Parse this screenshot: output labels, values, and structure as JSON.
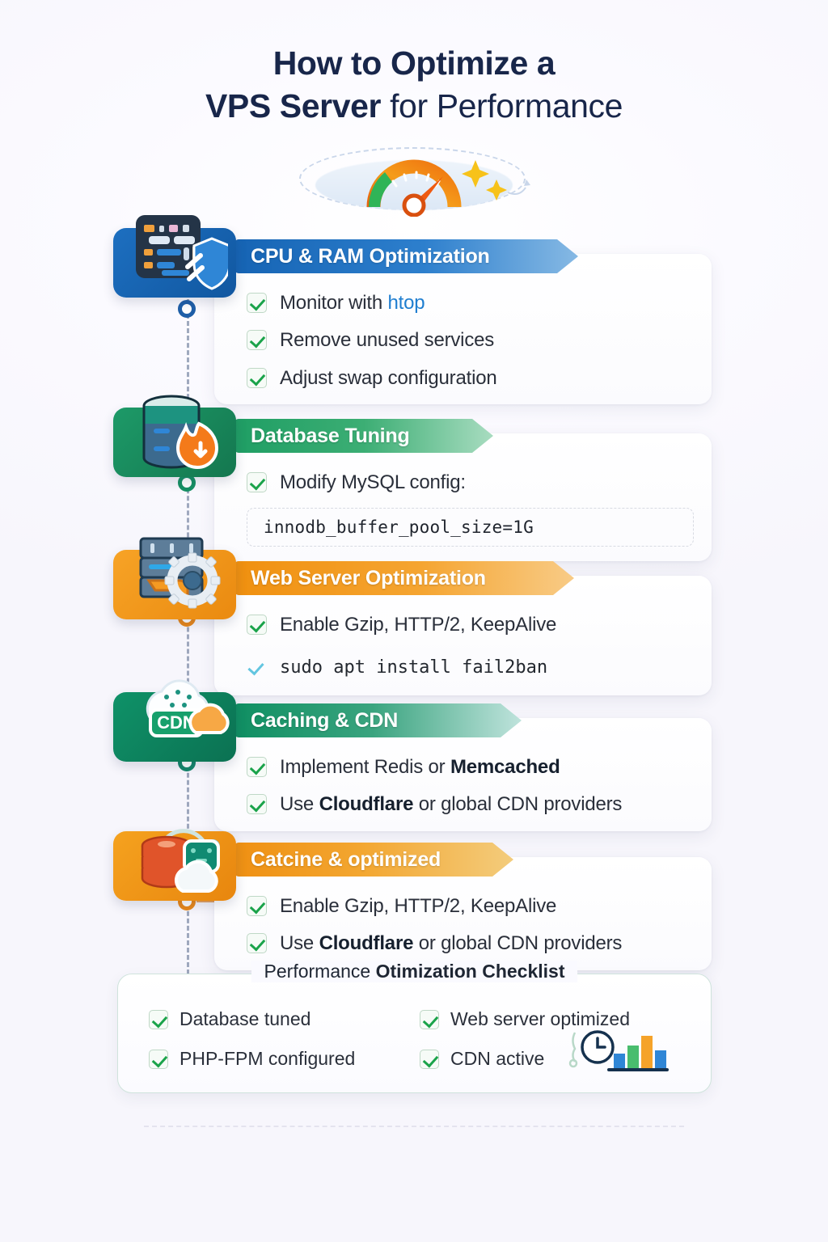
{
  "title": {
    "line1": "How to Optimize a",
    "line2_lead": "VPS Server",
    "line2_rest": " for Performance"
  },
  "hero_icon": "speedometer-gauge-icon",
  "sections": [
    {
      "id": "cpu-ram",
      "header": "CPU & RAM Optimization",
      "color": "#1664b4",
      "icon": "server-dashboard-shield-icon",
      "items": [
        {
          "type": "check",
          "prefix": "Monitor with ",
          "accent": "htop",
          "suffix": ""
        },
        {
          "type": "check",
          "prefix": "Remove unused services",
          "accent": "",
          "suffix": ""
        },
        {
          "type": "check",
          "prefix": "Adjust swap configuration",
          "accent": "",
          "suffix": ""
        }
      ]
    },
    {
      "id": "database-tuning",
      "header": "Database Tuning",
      "color": "#1f9e64",
      "icon": "database-flame-icon",
      "items": [
        {
          "type": "check",
          "prefix": "Modify MySQL config:",
          "accent": "",
          "suffix": ""
        }
      ],
      "code": "innodb_buffer_pool_size=1G"
    },
    {
      "id": "web-server",
      "header": "Web Server Optimization",
      "color": "#f0900f",
      "icon": "server-rack-gear-icon",
      "items": [
        {
          "type": "check",
          "prefix": "Enable Gzip, HTTP/2, KeepAlive",
          "accent": "",
          "suffix": ""
        },
        {
          "type": "command",
          "command": "sudo apt install fail2ban"
        }
      ]
    },
    {
      "id": "caching-cdn",
      "header": "Caching & CDN",
      "color": "#0f8f62",
      "icon": "cdn-cloud-icon",
      "items": [
        {
          "type": "check",
          "prefix": "Implement Redis or ",
          "bold": "Memcached",
          "suffix": ""
        },
        {
          "type": "check",
          "prefix": "Use ",
          "bold": "Cloudflare",
          "suffix": " or global CDN providers"
        }
      ]
    },
    {
      "id": "catcine-optimized",
      "header": "Catcine & optimized",
      "color": "#ef9012",
      "icon": "redis-stack-cloud-icon",
      "items": [
        {
          "type": "check",
          "prefix": "Enable Gzip, HTTP/2, KeepAlive",
          "accent": "",
          "suffix": ""
        },
        {
          "type": "check",
          "prefix": "Use ",
          "bold": "Cloudflare",
          "suffix": " or global CDN providers"
        }
      ]
    }
  ],
  "checklist": {
    "title_a": "Performance ",
    "title_b": "Otimization ",
    "title_c": "Checklist",
    "items": [
      "Database tuned",
      "Web server optimized",
      "PHP-FPM configured",
      "CDN active"
    ],
    "mini_chart_icon": "clock-bar-chart-icon"
  }
}
